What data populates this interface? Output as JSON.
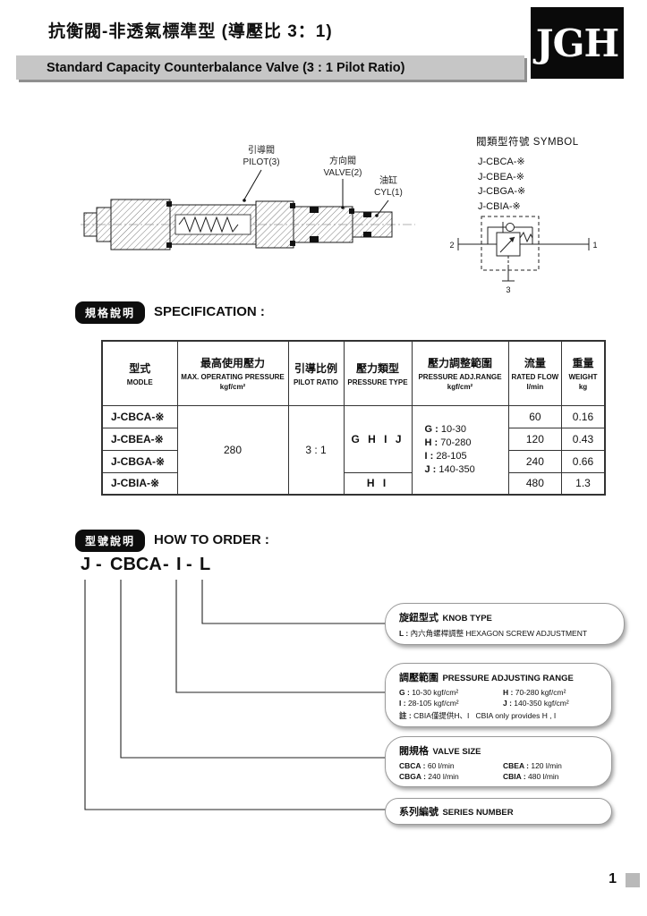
{
  "page": {
    "number": "1"
  },
  "header": {
    "title_zh": "抗衡閥-非透氣標準型 (導壓比 3：1)",
    "subtitle_en": "Standard Capacity Counterbalance Valve (3 : 1 Pilot Ratio)",
    "logo_text": "JGH"
  },
  "drawing": {
    "pilot_label_zh": "引導閥",
    "pilot_label_en": "PILOT(3)",
    "valve_label_zh": "方向閥",
    "valve_label_en": "VALVE(2)",
    "cyl_label_zh": "油缸",
    "cyl_label_en": "CYL(1)"
  },
  "symbol": {
    "heading_zh": "閥類型符號",
    "heading_en": "SYMBOL",
    "models": [
      "J-CBCA-※",
      "J-CBEA-※",
      "J-CBGA-※",
      "J-CBIA-※"
    ],
    "port_2": "2",
    "port_1": "1",
    "port_3": "3"
  },
  "spec": {
    "badge": "規格說明",
    "heading": "SPECIFICATION :",
    "headers": {
      "model_zh": "型式",
      "model_en": "MODLE",
      "pressure_zh": "最高使用壓力",
      "pressure_en": "MAX. OPERATING PRESSURE",
      "pressure_unit": "kgf/cm²",
      "ratio_zh": "引導比例",
      "ratio_en": "PILOT RATIO",
      "type_zh": "壓力類型",
      "type_en": "PRESSURE TYPE",
      "range_zh": "壓力調整範圍",
      "range_en": "PRESSURE ADJ.RANGE",
      "range_unit": "kgf/cm²",
      "flow_zh": "流量",
      "flow_en": "RATED FLOW",
      "flow_unit": "l/min",
      "weight_zh": "重量",
      "weight_en": "WEIGHT",
      "weight_unit": "kg"
    },
    "max_pressure": "280",
    "pilot_ratio": "3 : 1",
    "pressure_type_ghij": "G H I J",
    "pressure_type_hi": "H I",
    "adj_range": [
      {
        "key": "G :",
        "value": "10-30"
      },
      {
        "key": "H :",
        "value": "70-280"
      },
      {
        "key": "I :",
        "value": "28-105"
      },
      {
        "key": "J :",
        "value": "140-350"
      }
    ],
    "rows": [
      {
        "model": "J-CBCA-※",
        "flow": "60",
        "weight": "0.16"
      },
      {
        "model": "J-CBEA-※",
        "flow": "120",
        "weight": "0.43"
      },
      {
        "model": "J-CBGA-※",
        "flow": "240",
        "weight": "0.66"
      },
      {
        "model": "J-CBIA-※",
        "flow": "480",
        "weight": "1.3"
      }
    ]
  },
  "order": {
    "badge": "型號說明",
    "heading": "HOW TO ORDER :",
    "segments": [
      "J",
      "CBCA",
      "I",
      "L"
    ],
    "sep": "-",
    "knob": {
      "title_zh": "旋鈕型式",
      "title_en": "KNOB TYPE",
      "key": "L :",
      "desc_zh": "內六角螺桿調整",
      "desc_en": "HEXAGON SCREW ADJUSTMENT"
    },
    "range": {
      "title_zh": "調壓範圍",
      "title_en": "PRESSURE ADJUSTING RANGE",
      "items": [
        {
          "key": "G :",
          "value": "10-30 kgf/cm²"
        },
        {
          "key": "H :",
          "value": "70-280 kgf/cm²"
        },
        {
          "key": "I :",
          "value": "28-105 kgf/cm²"
        },
        {
          "key": "J :",
          "value": "140-350 kgf/cm²"
        }
      ],
      "note_key": "註 :",
      "note_zh": "CBIA僅提供H、I",
      "note_en": "CBIA only provides H , I"
    },
    "size": {
      "title_zh": "閥規格",
      "title_en": "VALVE SIZE",
      "items": [
        {
          "key": "CBCA :",
          "value": "60 l/min"
        },
        {
          "key": "CBEA :",
          "value": "120 l/min"
        },
        {
          "key": "CBGA :",
          "value": "240 l/min"
        },
        {
          "key": "CBIA :",
          "value": "480 l/min"
        }
      ]
    },
    "series": {
      "title_zh": "系列編號",
      "title_en": "SERIES NUMBER"
    }
  }
}
